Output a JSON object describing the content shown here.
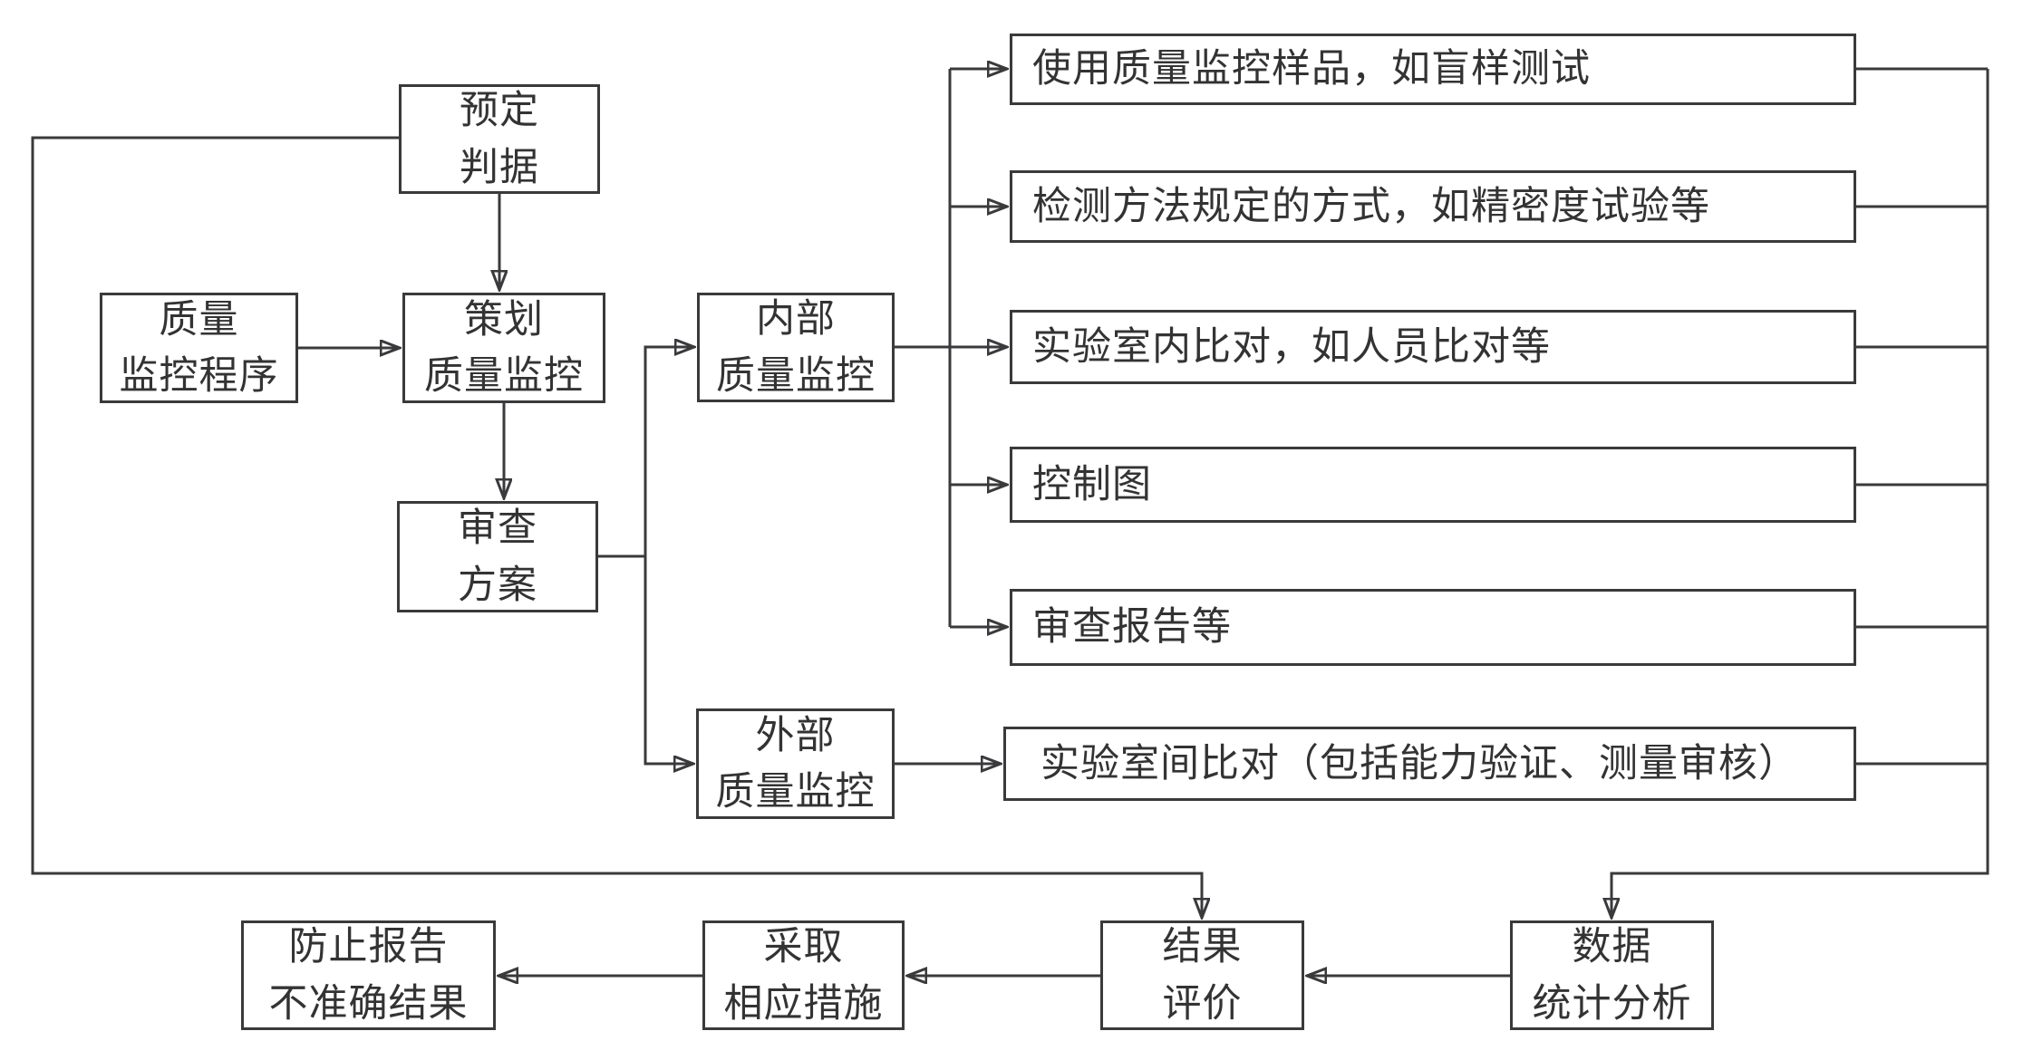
{
  "diagram": {
    "colors": {
      "line": "#3a3a3c",
      "text": "#333333",
      "background": "#ffffff"
    },
    "nodes": {
      "predetermined_criteria": "预定\n判据",
      "quality_monitoring_program": "质量\n监控程序",
      "plan_quality_monitoring": "策划\n质量监控",
      "review_plan": "审查\n方案",
      "internal_quality_monitoring": "内部\n质量监控",
      "external_quality_monitoring": "外部\n质量监控",
      "internal_methods": [
        "使用质量监控样品，如盲样测试",
        "检测方法规定的方式，如精密度试验等",
        "实验室内比对，如人员比对等",
        "控制图",
        "审查报告等"
      ],
      "external_method": "实验室间比对（包括能力验证、测量审核）",
      "data_statistical_analysis": "数据\n统计分析",
      "result_evaluation": "结果\n评价",
      "take_measures": "采取\n相应措施",
      "prevent_inaccurate_results": "防止报告\n不准确结果"
    }
  }
}
